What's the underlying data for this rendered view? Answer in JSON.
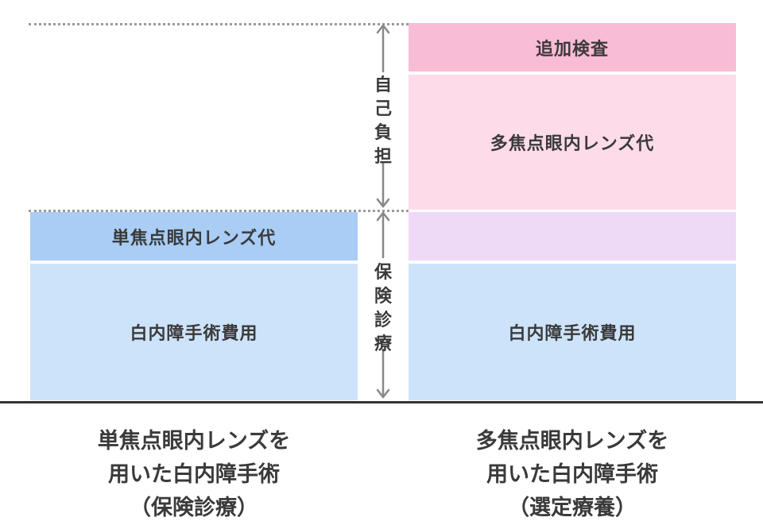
{
  "left_column": {
    "lens_cost": "単焦点眼内レンズ代",
    "surgery_cost": "白内障手術費用",
    "caption": [
      "単焦点眼内レンズを",
      "用いた白内障手術",
      "（保険診療）"
    ]
  },
  "right_column": {
    "additional_test": "追加検査",
    "lens_cost": "多焦点眼内レンズ代",
    "surgery_cost": "白内障手術費用",
    "caption": [
      "多焦点眼内レンズを",
      "用いた白内障手術",
      "（選定療養）"
    ]
  },
  "axis_labels": {
    "self_pay": [
      "自",
      "己",
      "負",
      "担"
    ],
    "insurance": [
      "保",
      "険",
      "診",
      "療"
    ]
  },
  "colors": {
    "blue_dark": "#a9cdf5",
    "blue_light": "#cde3fa",
    "pink_dark": "#f8bcd6",
    "pink_light": "#fddbe9",
    "lavender": "#eedaf7",
    "arrow": "#888888",
    "baseline": "#333333"
  }
}
